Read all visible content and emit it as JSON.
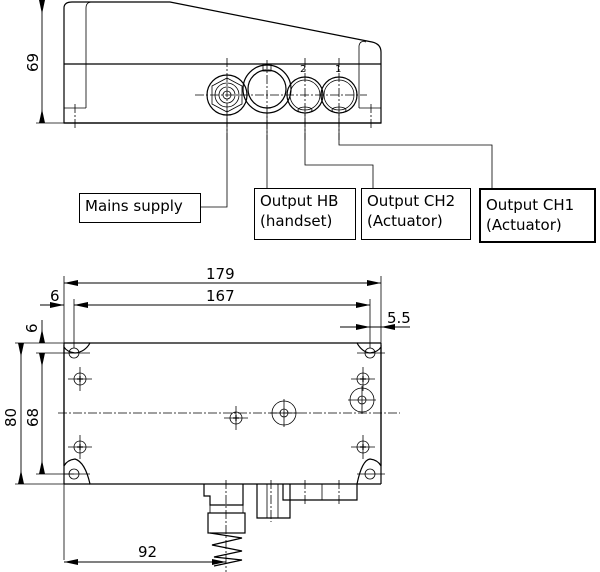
{
  "drawing": {
    "side_view": {
      "height_dim": "69",
      "connector_numbers": [
        "2",
        "1"
      ]
    },
    "labels": [
      {
        "id": "mains",
        "lines": [
          "Mains supply"
        ]
      },
      {
        "id": "output-hb",
        "lines": [
          "Output HB",
          "(handset)"
        ]
      },
      {
        "id": "output-ch2",
        "lines": [
          "Output CH2",
          "(Actuator)"
        ]
      },
      {
        "id": "output-ch1",
        "lines": [
          "Output CH1",
          "(Actuator)"
        ]
      }
    ],
    "top_view": {
      "dims": {
        "overall_width": "179",
        "hole_spacing_width": "167",
        "left_offset": "6",
        "top_offset": "6",
        "right_offset": "5.5",
        "overall_height": "80",
        "hole_spacing_height": "68",
        "cable_position": "92"
      }
    }
  }
}
